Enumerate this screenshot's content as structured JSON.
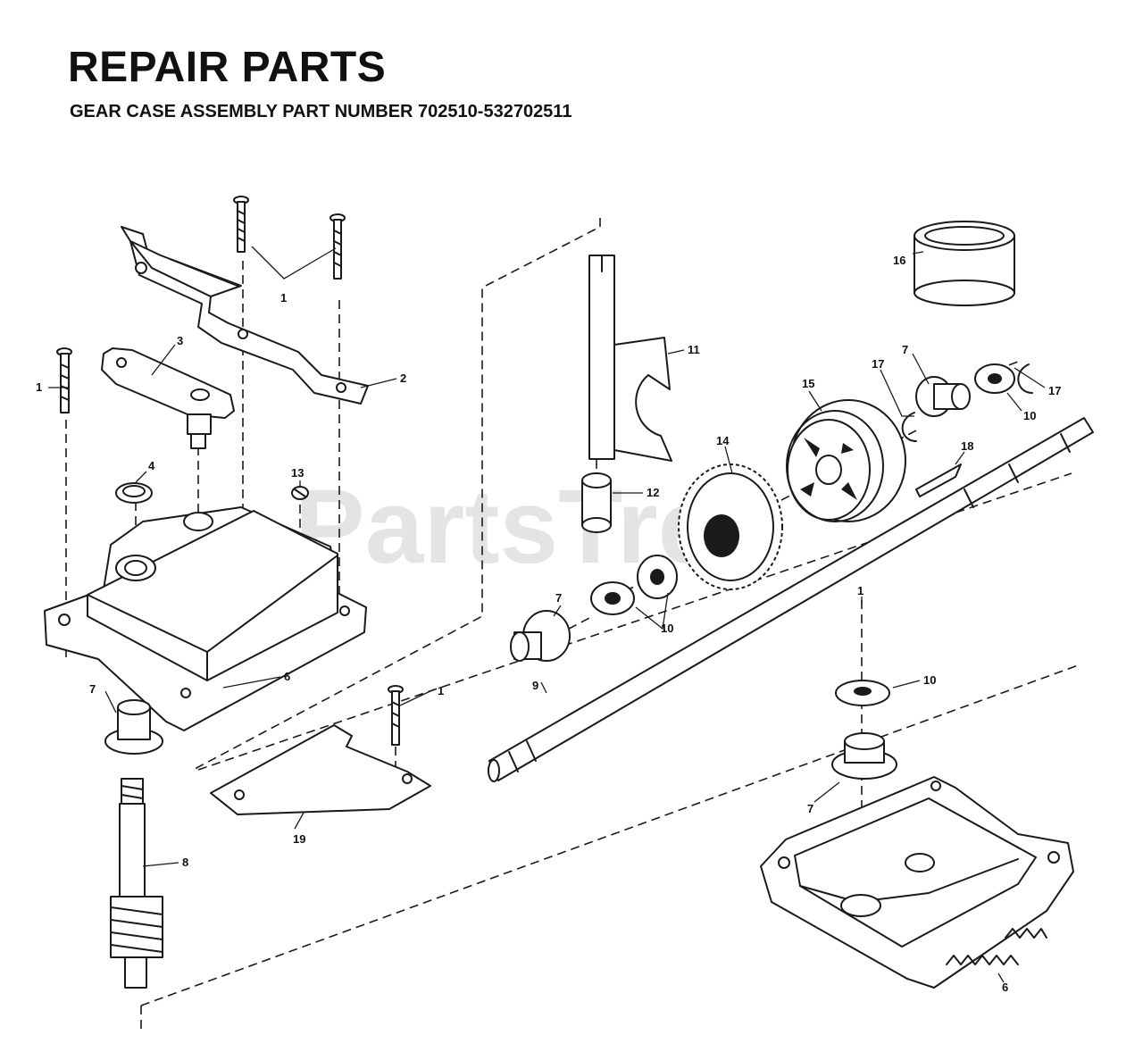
{
  "header": {
    "title": "REPAIR PARTS",
    "subtitle": "GEAR CASE ASSEMBLY PART NUMBER 702510-532702511"
  },
  "watermark": "PartsTree",
  "callouts": {
    "c1_top": "1",
    "c1_left": "1",
    "c1_mid": "1",
    "c1_right": "1",
    "c2": "2",
    "c3": "3",
    "c4": "4",
    "c6_left": "6",
    "c6_right": "6",
    "c7_left": "7",
    "c7_center": "7",
    "c7_upper": "7",
    "c7_right": "7",
    "c8": "8",
    "c9": "9",
    "c10_center": "10",
    "c10_upper": "10",
    "c10_right": "10",
    "c11": "11",
    "c12": "12",
    "c13": "13",
    "c14": "14",
    "c15": "15",
    "c16": "16",
    "c17_left": "17",
    "c17_right": "17",
    "c18": "18",
    "c19": "19"
  }
}
